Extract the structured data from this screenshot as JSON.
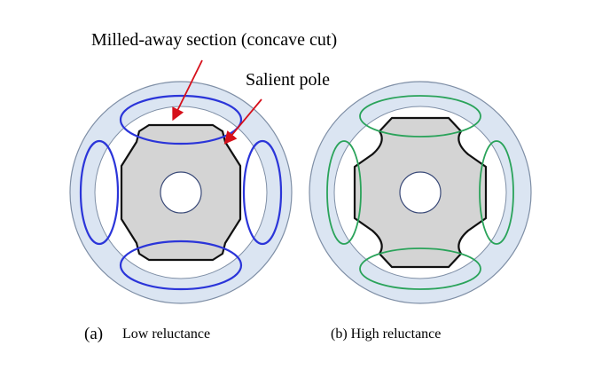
{
  "annotations": {
    "milled": "Milled-away section (concave cut)",
    "salient": "Salient pole"
  },
  "captions": {
    "a_tag": "(a)",
    "a_text": "Low reluctance",
    "b": "(b) High reluctance"
  },
  "colors": {
    "stator_fill": "#dbe5f2",
    "stator_stroke": "#7f8fa6",
    "rotor_fill": "#d4d4d4",
    "bore_fill": "#ffffff",
    "flux_a": "#2b35d9",
    "flux_b": "#2aa35a",
    "arrow": "#d6101b",
    "outline": "#111111"
  }
}
